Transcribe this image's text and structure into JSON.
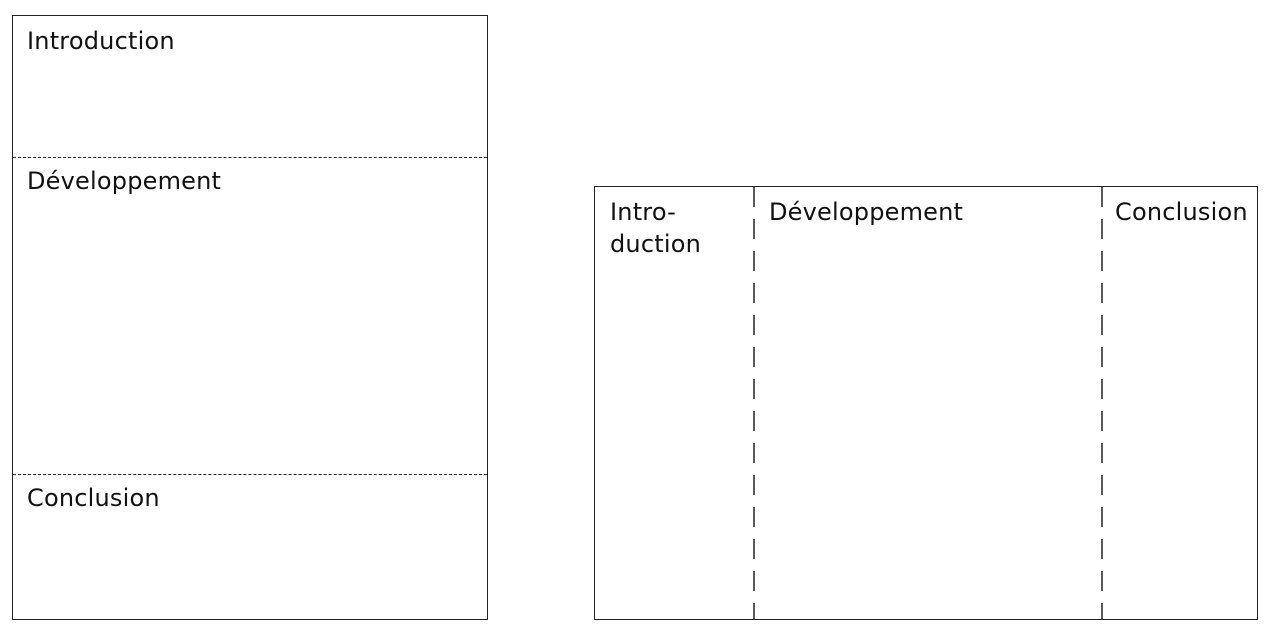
{
  "portrait_layout": {
    "sections": [
      {
        "label": "Introduction"
      },
      {
        "label": "Développement"
      },
      {
        "label": "Conclusion"
      }
    ]
  },
  "landscape_layout": {
    "sections": [
      {
        "label": "Intro-\nduction"
      },
      {
        "label": "Développement"
      },
      {
        "label": "Conclusion"
      }
    ]
  },
  "colors": {
    "line": "#222222",
    "background": "#ffffff",
    "text": "#111111"
  }
}
